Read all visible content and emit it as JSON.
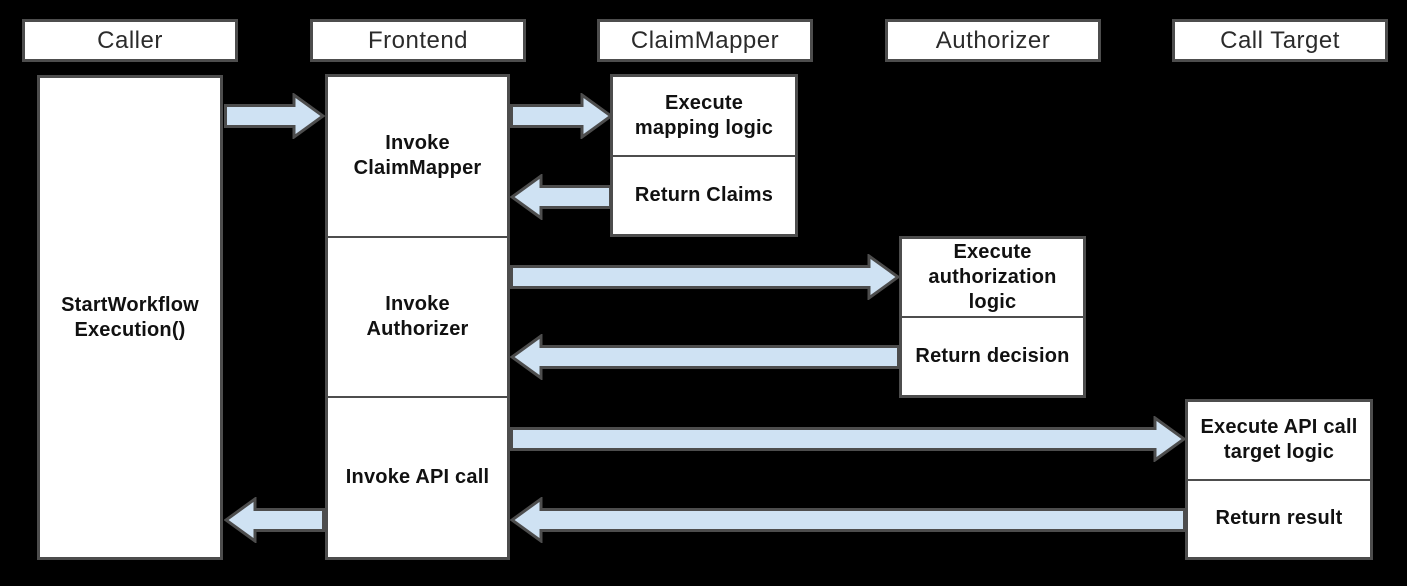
{
  "diagram_type": "sequence-diagram",
  "colors": {
    "background": "#000000",
    "box_fill": "#ffffff",
    "box_border": "#4d4d4d",
    "arrow_fill": "#cfe2f3",
    "arrow_stroke": "#4d4d4d",
    "header_text": "#2b2b2b",
    "activity_text": "#111111"
  },
  "lifelines": [
    {
      "id": "caller",
      "header": "Caller",
      "activities": [
        "StartWorkflow\nExecution()"
      ]
    },
    {
      "id": "frontend",
      "header": "Frontend",
      "activities": [
        "Invoke\nClaimMapper",
        "Invoke\nAuthorizer",
        "Invoke API call"
      ]
    },
    {
      "id": "claimmapper",
      "header": "ClaimMapper",
      "activities": [
        "Execute\nmapping logic",
        "Return Claims"
      ]
    },
    {
      "id": "authorizer",
      "header": "Authorizer",
      "activities": [
        "Execute\nauthorization\nlogic",
        "Return decision"
      ]
    },
    {
      "id": "calltarget",
      "header": "Call Target",
      "activities": [
        "Execute API call\ntarget logic",
        "Return result"
      ]
    }
  ],
  "flows": [
    {
      "step": 1,
      "from": "Caller",
      "to": "Frontend"
    },
    {
      "step": 2,
      "from": "Frontend",
      "to": "ClaimMapper"
    },
    {
      "step": 3,
      "from": "ClaimMapper",
      "to": "Frontend"
    },
    {
      "step": 4,
      "from": "Frontend",
      "to": "Authorizer"
    },
    {
      "step": 5,
      "from": "Authorizer",
      "to": "Frontend"
    },
    {
      "step": 6,
      "from": "Frontend",
      "to": "Call Target"
    },
    {
      "step": 7,
      "from": "Call Target",
      "to": "Frontend"
    },
    {
      "step": 8,
      "from": "Frontend",
      "to": "Caller"
    }
  ]
}
